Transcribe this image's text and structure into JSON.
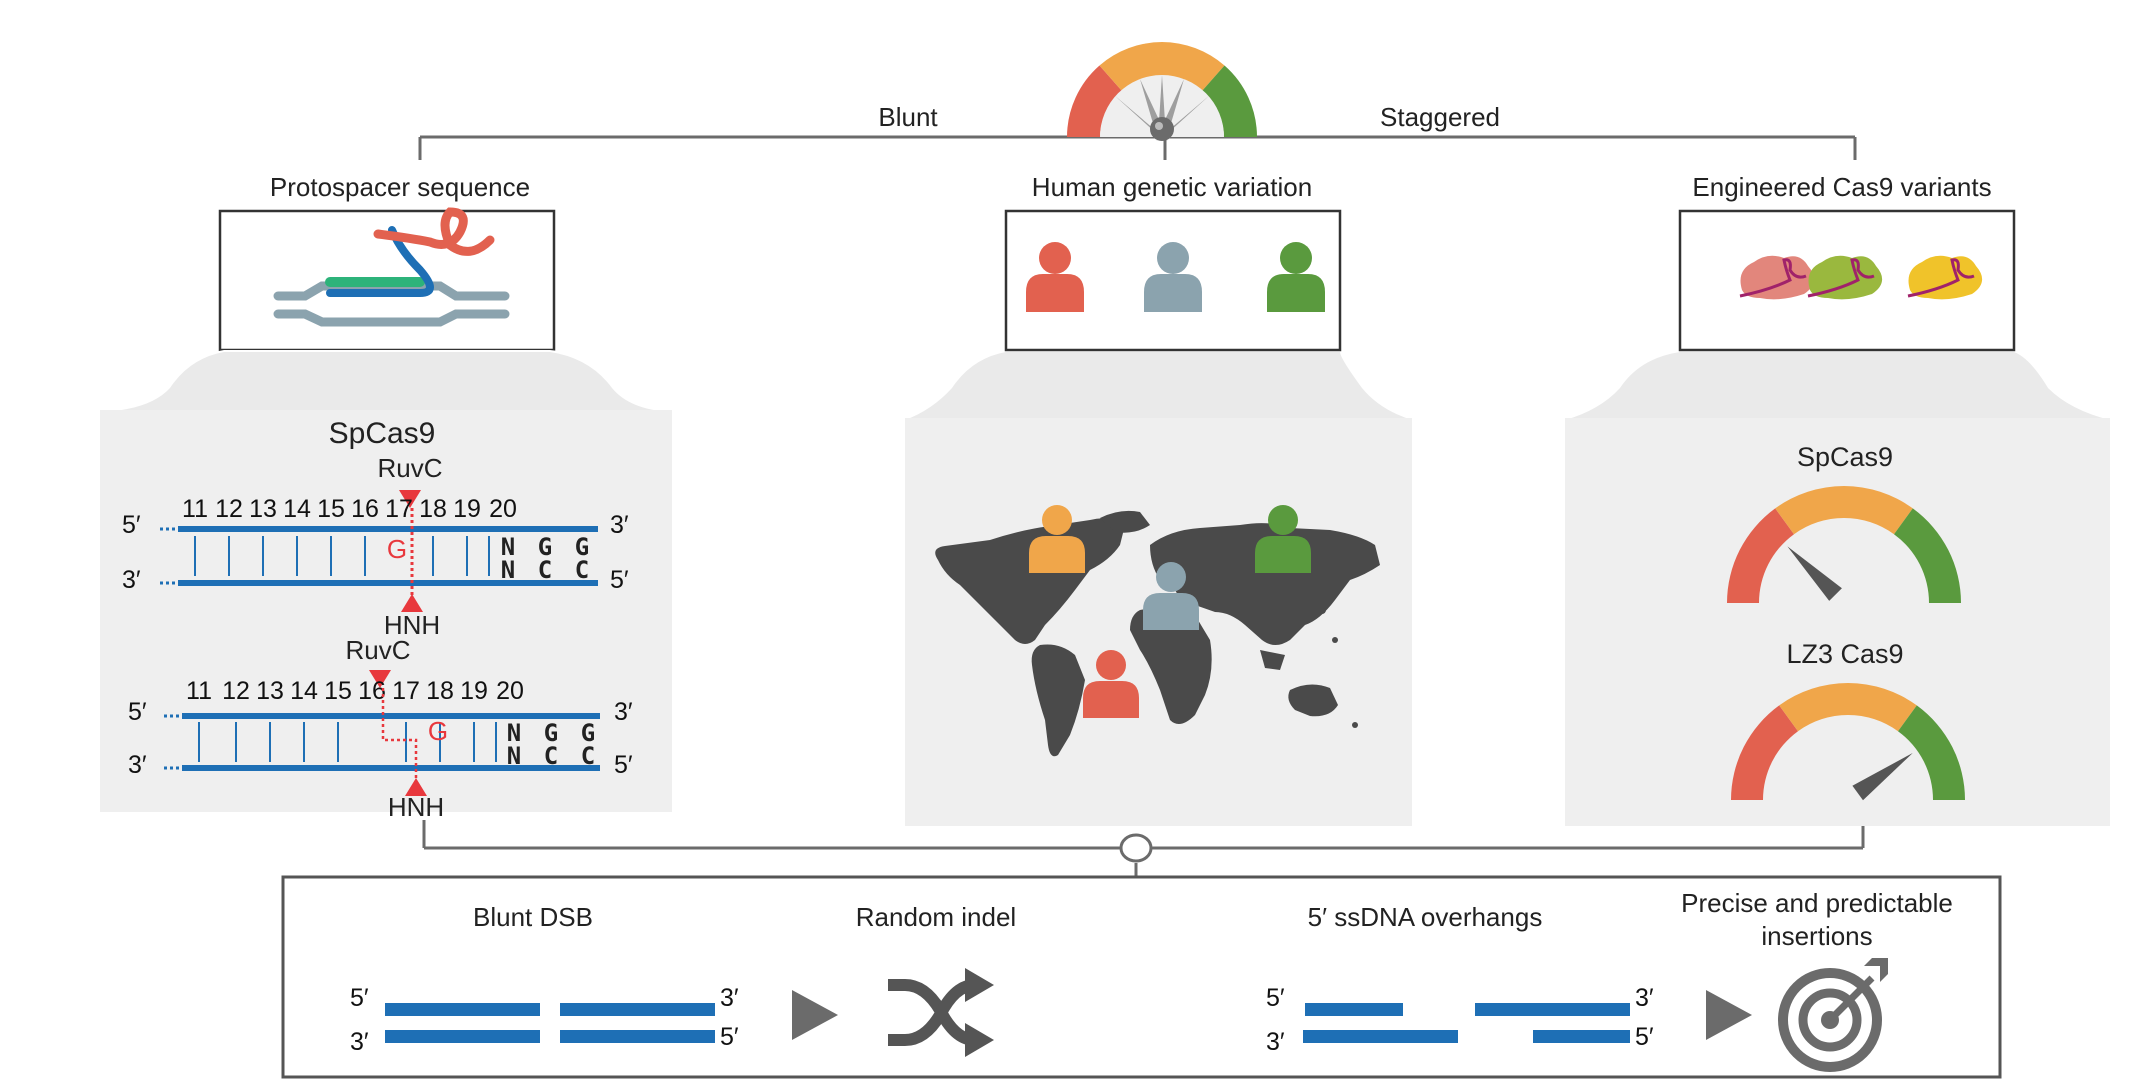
{
  "gauge_top": {
    "left_label": "Blunt",
    "right_label": "Staggered"
  },
  "panels": {
    "protospacer": {
      "title": "Protospacer sequence"
    },
    "human": {
      "title": "Human genetic variation"
    },
    "engineered": {
      "title": "Engineered Cas9 variants"
    }
  },
  "spcas9_detail": {
    "title": "SpCas9",
    "top": {
      "ruvc": "RuvC",
      "hnh": "HNH",
      "positions": [
        "11",
        "12",
        "13",
        "14",
        "15",
        "16",
        "17",
        "18",
        "19",
        "20"
      ],
      "g": "G",
      "pam_top": [
        "N",
        "G",
        "G"
      ],
      "pam_bottom": [
        "N",
        "C",
        "C"
      ],
      "five_l": "5′",
      "three_l": "3′",
      "three_r": "3′",
      "five_r": "5′"
    },
    "bottom": {
      "ruvc": "RuvC",
      "hnh": "HNH",
      "positions": [
        "11",
        "12",
        "13",
        "14",
        "15",
        "16",
        "17",
        "18",
        "19",
        "20"
      ],
      "g": "G",
      "pam_top": [
        "N",
        "G",
        "G"
      ],
      "pam_bottom": [
        "N",
        "C",
        "C"
      ],
      "five_l": "5′",
      "three_l": "3′",
      "three_r": "3′",
      "five_r": "5′"
    }
  },
  "gauges": {
    "spcas9": {
      "title": "SpCas9",
      "needle_level": 0.25
    },
    "lz3": {
      "title": "LZ3 Cas9",
      "needle_level": 0.8
    }
  },
  "outcomes": {
    "blunt_dsb": "Blunt DSB",
    "random_indel": "Random indel",
    "overhangs": "5′ ssDNA overhangs",
    "precise_line1": "Precise and predictable",
    "precise_line2": "insertions",
    "five": "5′",
    "three": "3′"
  },
  "colors": {
    "red": "#e2614f",
    "orange": "#f0a64a",
    "green": "#5a9a3e",
    "blue": "#1e6fb5",
    "grey": "#8ba3ae",
    "panel_bg": "#efefef",
    "map": "#4a4a4a",
    "accent_red": "#e8383d",
    "teal_green": "#2db37a"
  },
  "icons": [
    "gauge-icon",
    "person-icon",
    "world-map-icon",
    "shuffle-icon",
    "target-icon",
    "protein-icon",
    "play-arrow-icon"
  ]
}
